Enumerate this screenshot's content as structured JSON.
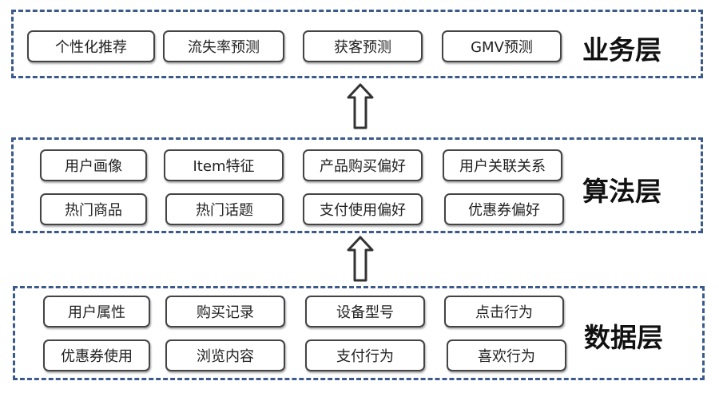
{
  "business_layer": {
    "title": "业务层",
    "items": [
      "个性化推荐",
      "流失率预测",
      "获客预测",
      "GMV预测"
    ]
  },
  "algorithm_layer": {
    "title": "算法层",
    "row1": [
      "用户画像",
      "Item特征",
      "产品购买偏好",
      "用户关联关系"
    ],
    "row2": [
      "热门商品",
      "热门话题",
      "支付使用偏好",
      "优惠券偏好"
    ]
  },
  "data_layer": {
    "title": "数据层",
    "row1": [
      "用户属性",
      "购买记录",
      "设备型号",
      "点击行为"
    ],
    "row2": [
      "优惠券使用",
      "浏览内容",
      "支付行为",
      "喜欢行为"
    ]
  },
  "colors": {
    "layer_border": "#3b5a8c",
    "box_border": "#444444",
    "arrow": "#333333"
  },
  "icons": {
    "arrow": "up-arrow-icon"
  }
}
